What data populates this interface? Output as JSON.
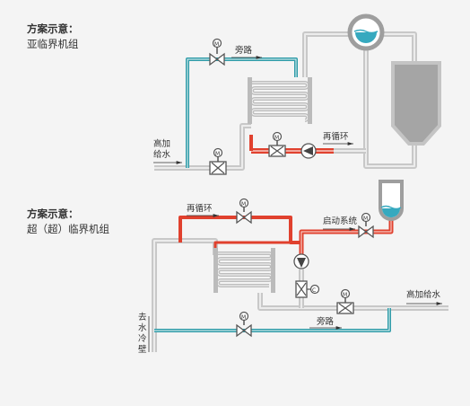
{
  "scheme1": {
    "title": "方案示意：",
    "subtitle": "亚临界机组",
    "labels": {
      "bypass": "旁路",
      "feedwater": "高加\n给水",
      "recirc": "再循环",
      "motor": "M"
    }
  },
  "scheme2": {
    "title": "方案示意：",
    "subtitle": "超（超）临界机组",
    "labels": {
      "recirc": "再循环",
      "startup": "启动系统",
      "feedwater": "高加给水",
      "bypass": "旁路",
      "to_waterwall": "去水冷壁",
      "motor": "M",
      "check": "C"
    }
  },
  "colors": {
    "pipe_gray": "#c8c8c8",
    "pipe_gray_inner": "#ececec",
    "pipe_blue": "#2e9ba8",
    "pipe_red": "#e0412e",
    "water": "#36a9bf",
    "device": "#4a4a4a"
  }
}
